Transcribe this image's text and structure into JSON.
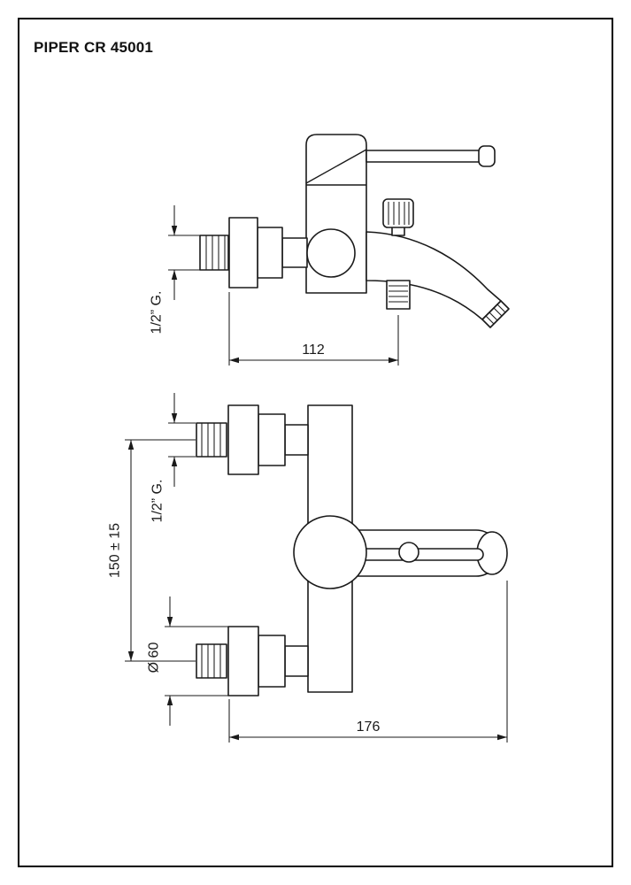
{
  "page": {
    "title": "PIPER CR 45001"
  },
  "views": {
    "side": {
      "thread_label": "1/2” G.",
      "spout_reach": "112"
    },
    "front": {
      "thread_label": "1/2” G.",
      "connection_distance": "150 ± 15",
      "flange_diameter": "Ø 60",
      "overall_width": "176"
    }
  }
}
